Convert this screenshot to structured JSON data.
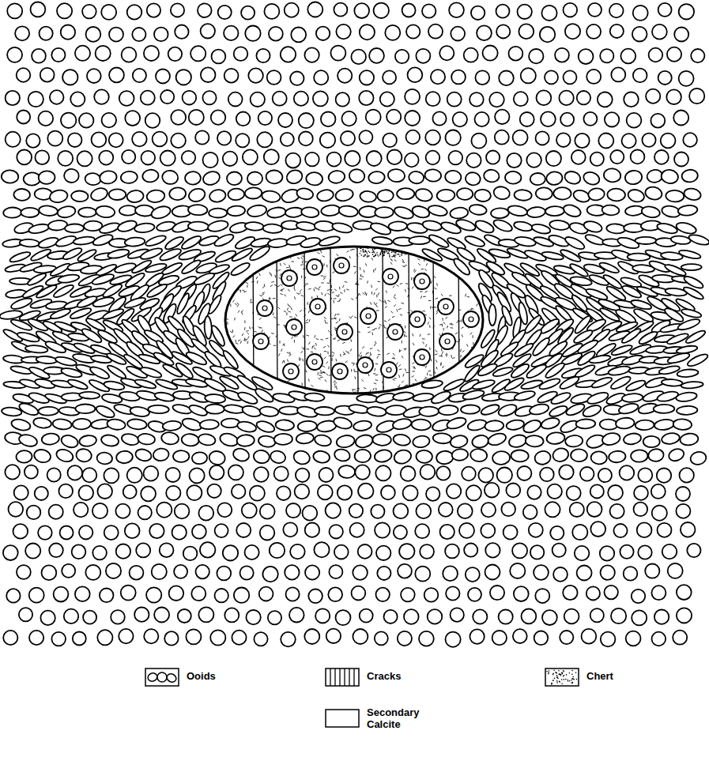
{
  "diagram": {
    "legend": [
      {
        "text": "Ooids"
      },
      {
        "text": "Cracks"
      },
      {
        "text": "Chert"
      },
      {
        "text": "Secondary Calcite"
      }
    ]
  }
}
